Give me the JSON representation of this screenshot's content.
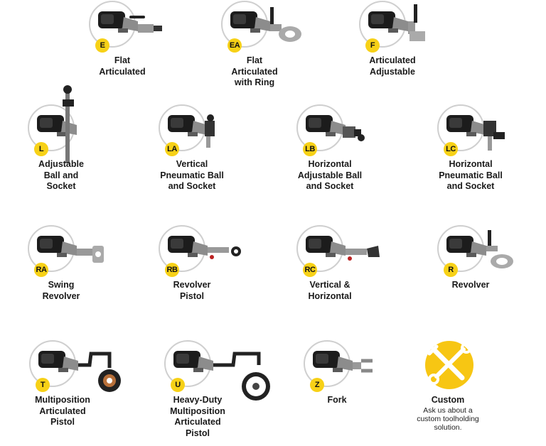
{
  "items": [
    {
      "code": "E",
      "lines": [
        "Flat",
        "Articulated"
      ]
    },
    {
      "code": "EA",
      "lines": [
        "Flat",
        "Articulated",
        "with Ring"
      ]
    },
    {
      "code": "F",
      "lines": [
        "Articulated",
        "Adjustable"
      ]
    },
    {
      "code": "L",
      "lines": [
        "Adjustable",
        "Ball and",
        "Socket"
      ]
    },
    {
      "code": "LA",
      "lines": [
        "Vertical",
        "Pneumatic Ball",
        "and Socket"
      ]
    },
    {
      "code": "LB",
      "lines": [
        "Horizontal",
        "Adjustable Ball",
        "and Socket"
      ]
    },
    {
      "code": "LC",
      "lines": [
        "Horizontal",
        "Pneumatic Ball",
        "and Socket"
      ]
    },
    {
      "code": "RA",
      "lines": [
        "Swing",
        "Revolver"
      ]
    },
    {
      "code": "RB",
      "lines": [
        "Revolver",
        "Pistol"
      ]
    },
    {
      "code": "RC",
      "lines": [
        "Vertical &",
        "Horizontal"
      ]
    },
    {
      "code": "R",
      "lines": [
        "Revolver"
      ]
    },
    {
      "code": "T",
      "lines": [
        "Multiposition",
        "Articulated",
        "Pistol"
      ]
    },
    {
      "code": "U",
      "lines": [
        "Heavy-Duty",
        "Multiposition",
        "Articulated",
        "Pistol"
      ]
    },
    {
      "code": "Z",
      "lines": [
        "Fork"
      ]
    }
  ],
  "custom": {
    "title": "Custom",
    "lines": [
      "Ask us about a",
      "custom toolholding",
      "solution."
    ],
    "icon": "wrench-screwdriver-icon"
  },
  "colors": {
    "badge": "#f7d117",
    "body": "#1c1c1c",
    "metal": "#8c8c8c",
    "circle": "#cfcfcf",
    "icon": "#f7c613"
  }
}
